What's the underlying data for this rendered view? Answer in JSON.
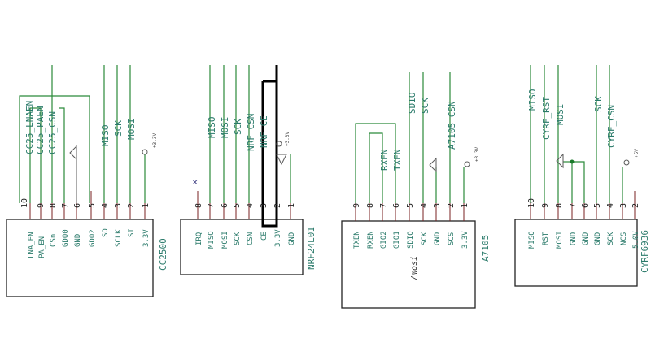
{
  "chips": [
    {
      "name": "CC2500",
      "pins": [
        {
          "num": "10",
          "name": "LNA_EN"
        },
        {
          "num": "9",
          "name": "PA_EN"
        },
        {
          "num": "8",
          "name": "CSn"
        },
        {
          "num": "7",
          "name": "GDO0"
        },
        {
          "num": "6",
          "name": "GND"
        },
        {
          "num": "5",
          "name": "GDO2"
        },
        {
          "num": "4",
          "name": "SO"
        },
        {
          "num": "3",
          "name": "SCLK"
        },
        {
          "num": "2",
          "name": "SI"
        },
        {
          "num": "1",
          "name": "3.3V"
        }
      ],
      "nets": [
        "CC25_LNAEN",
        "CC25_PAEN",
        "CC25_CSN",
        "MISO",
        "SCK",
        "MOSI"
      ],
      "power": "+3.3V"
    },
    {
      "name": "NRF24L01",
      "pins": [
        {
          "num": "8",
          "name": "IRQ"
        },
        {
          "num": "7",
          "name": "MISO"
        },
        {
          "num": "6",
          "name": "MOSI"
        },
        {
          "num": "5",
          "name": "SCK"
        },
        {
          "num": "4",
          "name": "CSN"
        },
        {
          "num": "3",
          "name": "CE"
        },
        {
          "num": "2",
          "name": "3.3V"
        },
        {
          "num": "1",
          "name": "GND"
        }
      ],
      "nets": [
        "MISO",
        "MOSI",
        "SCK",
        "NRF_CSN",
        "NRF_CE"
      ],
      "power": "+3.3V",
      "no_connect": "×"
    },
    {
      "name": "A7105",
      "pins": [
        {
          "num": "9",
          "name": "TXEN"
        },
        {
          "num": "8",
          "name": "RXEN"
        },
        {
          "num": "7",
          "name": "GIO2"
        },
        {
          "num": "6",
          "name": "GIO1"
        },
        {
          "num": "5",
          "name": "SDIO"
        },
        {
          "num": "4",
          "name": "SCK"
        },
        {
          "num": "3",
          "name": "GND"
        },
        {
          "num": "2",
          "name": "SCS"
        },
        {
          "num": "1",
          "name": "3.3V"
        }
      ],
      "nets": [
        "SDIO",
        "SCK",
        "A7105_CSN",
        "TXEN",
        "RXEN"
      ],
      "power": "+3.3V",
      "annotation": "/mosi"
    },
    {
      "name": "CYRF6936",
      "pins": [
        {
          "num": "10",
          "name": "MISO"
        },
        {
          "num": "9",
          "name": "RST"
        },
        {
          "num": "8",
          "name": "MOSI"
        },
        {
          "num": "7",
          "name": "GND"
        },
        {
          "num": "6",
          "name": "GND"
        },
        {
          "num": "5",
          "name": "GND"
        },
        {
          "num": "4",
          "name": "SCK"
        },
        {
          "num": "3",
          "name": "NCS"
        },
        {
          "num": "2",
          "name": "5.0V"
        }
      ],
      "nets": [
        "MISO",
        "CYRF_RST",
        "MOSI",
        "SCK",
        "CYRF_CSN"
      ],
      "power": "+5V"
    }
  ]
}
